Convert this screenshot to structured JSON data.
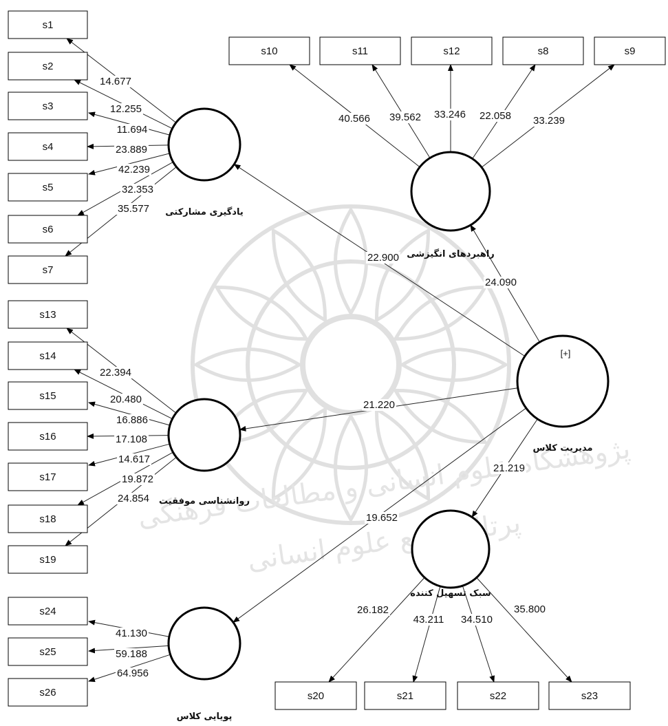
{
  "latents": [
    {
      "id": "L1",
      "label": "یادگیری مشارکتی"
    },
    {
      "id": "L2",
      "label": "راهبردهای انگیزشی"
    },
    {
      "id": "L3",
      "label": "مدیریت کلاس",
      "badge": "[+]"
    },
    {
      "id": "L4",
      "label": "روانشناسی موفقیت"
    },
    {
      "id": "L5",
      "label": "سبک تسهیل کننده"
    },
    {
      "id": "L6",
      "label": "پویایی کلاس"
    }
  ],
  "indicators": [
    {
      "id": "s1",
      "label": "s1",
      "latent": "L1",
      "value": "14.677"
    },
    {
      "id": "s2",
      "label": "s2",
      "latent": "L1",
      "value": "12.255"
    },
    {
      "id": "s3",
      "label": "s3",
      "latent": "L1",
      "value": "11.694"
    },
    {
      "id": "s4",
      "label": "s4",
      "latent": "L1",
      "value": "23.889"
    },
    {
      "id": "s5",
      "label": "s5",
      "latent": "L1",
      "value": "42.239"
    },
    {
      "id": "s6",
      "label": "s6",
      "latent": "L1",
      "value": "32.353"
    },
    {
      "id": "s7",
      "label": "s7",
      "latent": "L1",
      "value": "35.577"
    },
    {
      "id": "s10",
      "label": "s10",
      "latent": "L2",
      "value": "40.566"
    },
    {
      "id": "s11",
      "label": "s11",
      "latent": "L2",
      "value": "39.562"
    },
    {
      "id": "s12",
      "label": "s12",
      "latent": "L2",
      "value": "33.246"
    },
    {
      "id": "s8",
      "label": "s8",
      "latent": "L2",
      "value": "22.058"
    },
    {
      "id": "s9",
      "label": "s9",
      "latent": "L2",
      "value": "33.239"
    },
    {
      "id": "s13",
      "label": "s13",
      "latent": "L4",
      "value": "22.394"
    },
    {
      "id": "s14",
      "label": "s14",
      "latent": "L4",
      "value": "20.480"
    },
    {
      "id": "s15",
      "label": "s15",
      "latent": "L4",
      "value": "16.886"
    },
    {
      "id": "s16",
      "label": "s16",
      "latent": "L4",
      "value": "17.108"
    },
    {
      "id": "s17",
      "label": "s17",
      "latent": "L4",
      "value": "14.617"
    },
    {
      "id": "s18",
      "label": "s18",
      "latent": "L4",
      "value": "19.872"
    },
    {
      "id": "s19",
      "label": "s19",
      "latent": "L4",
      "value": "24.854"
    },
    {
      "id": "s24",
      "label": "s24",
      "latent": "L6",
      "value": "41.130"
    },
    {
      "id": "s25",
      "label": "s25",
      "latent": "L6",
      "value": "59.188"
    },
    {
      "id": "s26",
      "label": "s26",
      "latent": "L6",
      "value": "64.956"
    },
    {
      "id": "s20",
      "label": "s20",
      "latent": "L5",
      "value": "26.182"
    },
    {
      "id": "s21",
      "label": "s21",
      "latent": "L5",
      "value": "43.211"
    },
    {
      "id": "s22",
      "label": "s22",
      "latent": "L5",
      "value": "34.510"
    },
    {
      "id": "s23",
      "label": "s23",
      "latent": "L5",
      "value": "35.800"
    }
  ],
  "structural_paths": [
    {
      "from": "L3",
      "to": "L1",
      "value": "22.900"
    },
    {
      "from": "L3",
      "to": "L2",
      "value": "24.090"
    },
    {
      "from": "L3",
      "to": "L4",
      "value": "21.220"
    },
    {
      "from": "L3",
      "to": "L5",
      "value": "21.219"
    },
    {
      "from": "L3",
      "to": "L6",
      "value": "19.652"
    }
  ],
  "watermark": {
    "line1": "پژوهشگاه علوم انسانی و مطالعات فرهنگی",
    "line2": "پرتال جامع علوم انسانی"
  }
}
